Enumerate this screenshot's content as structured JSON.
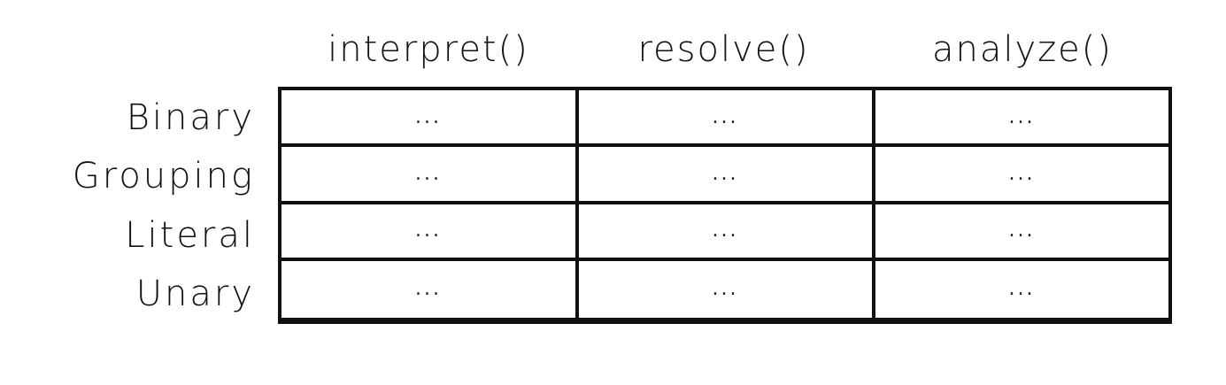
{
  "columns": [
    "interpret()",
    "resolve()",
    "analyze()"
  ],
  "rows": [
    "Binary",
    "Grouping",
    "Literal",
    "Unary"
  ],
  "cells": [
    [
      "...",
      "...",
      "..."
    ],
    [
      "...",
      "...",
      "..."
    ],
    [
      "...",
      "...",
      "..."
    ],
    [
      "...",
      "...",
      "..."
    ]
  ]
}
